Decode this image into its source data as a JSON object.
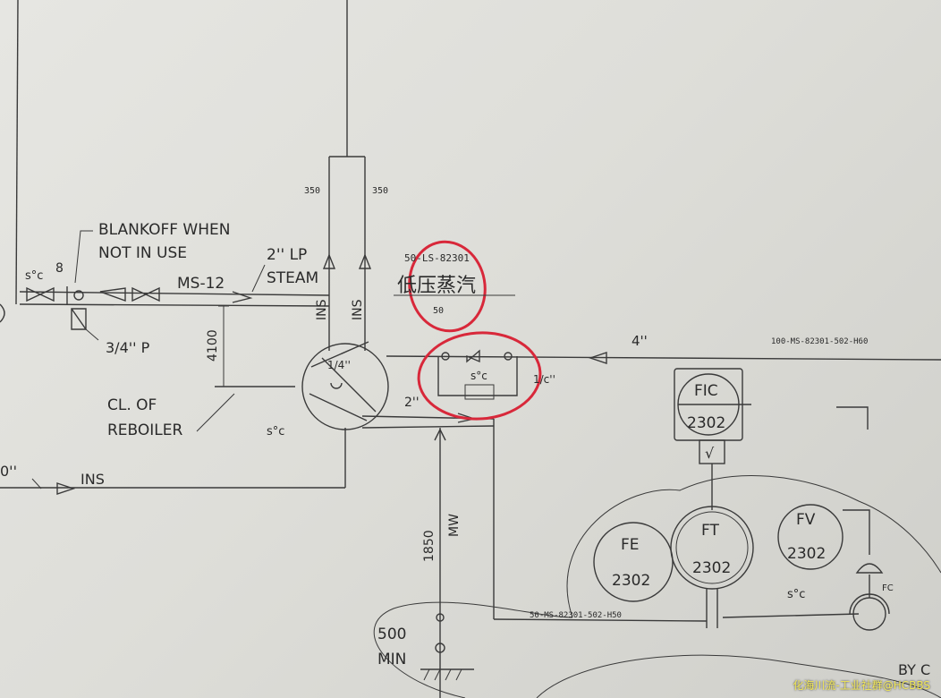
{
  "labels": {
    "blankoff_1": "BLANKOFF WHEN",
    "blankoff_2": "NOT IN USE",
    "lp_steam_1": "2'' LP",
    "lp_steam_2": "STEAM",
    "ms12": "MS-12",
    "temp_top": "s°c",
    "valve_num": "8",
    "three_quarter_p": "3/4'' P",
    "dim_4100": "4100",
    "cl_reboiler_1": "CL. OF",
    "cl_reboiler_2": "REBOILER",
    "ins_left": "INS",
    "pipe_left": "0''",
    "ins_v1": "INS",
    "ins_v2": "INS",
    "dim_350_a": "350",
    "dim_350_b": "350",
    "line_ls": "50-LS-82301",
    "chinese_note": "低压蒸汽",
    "dim_50": "50",
    "line_4in": "4''",
    "line_top_right": "100-MS-82301-502-H60",
    "reboiler_size": "1/4''",
    "temp_reboiler": "s°c",
    "size_2in": "2''",
    "trap_temp": "s°c",
    "trap_size": "1/c''",
    "dim_1850": "1850",
    "mw_label": "MW",
    "dim_500": "500",
    "min_label": "MIN",
    "bottom_line": "50-MS-82301-502-H50",
    "fic_tag": "FIC",
    "fic_num": "2302",
    "check_mark": "√",
    "fe_tag": "FE",
    "fe_num": "2302",
    "ft_tag": "FT",
    "ft_num": "2302",
    "fv_tag": "FV",
    "fv_num": "2302",
    "fc_label": "FC",
    "temp_bottom": "s°c",
    "by_label": "BY C"
  },
  "watermark": "化海川流-工业社群@HCBBS",
  "colors": {
    "annotation_circle": "#d8283a",
    "line": "#3a3a3a",
    "paper": "#e2e2de"
  }
}
